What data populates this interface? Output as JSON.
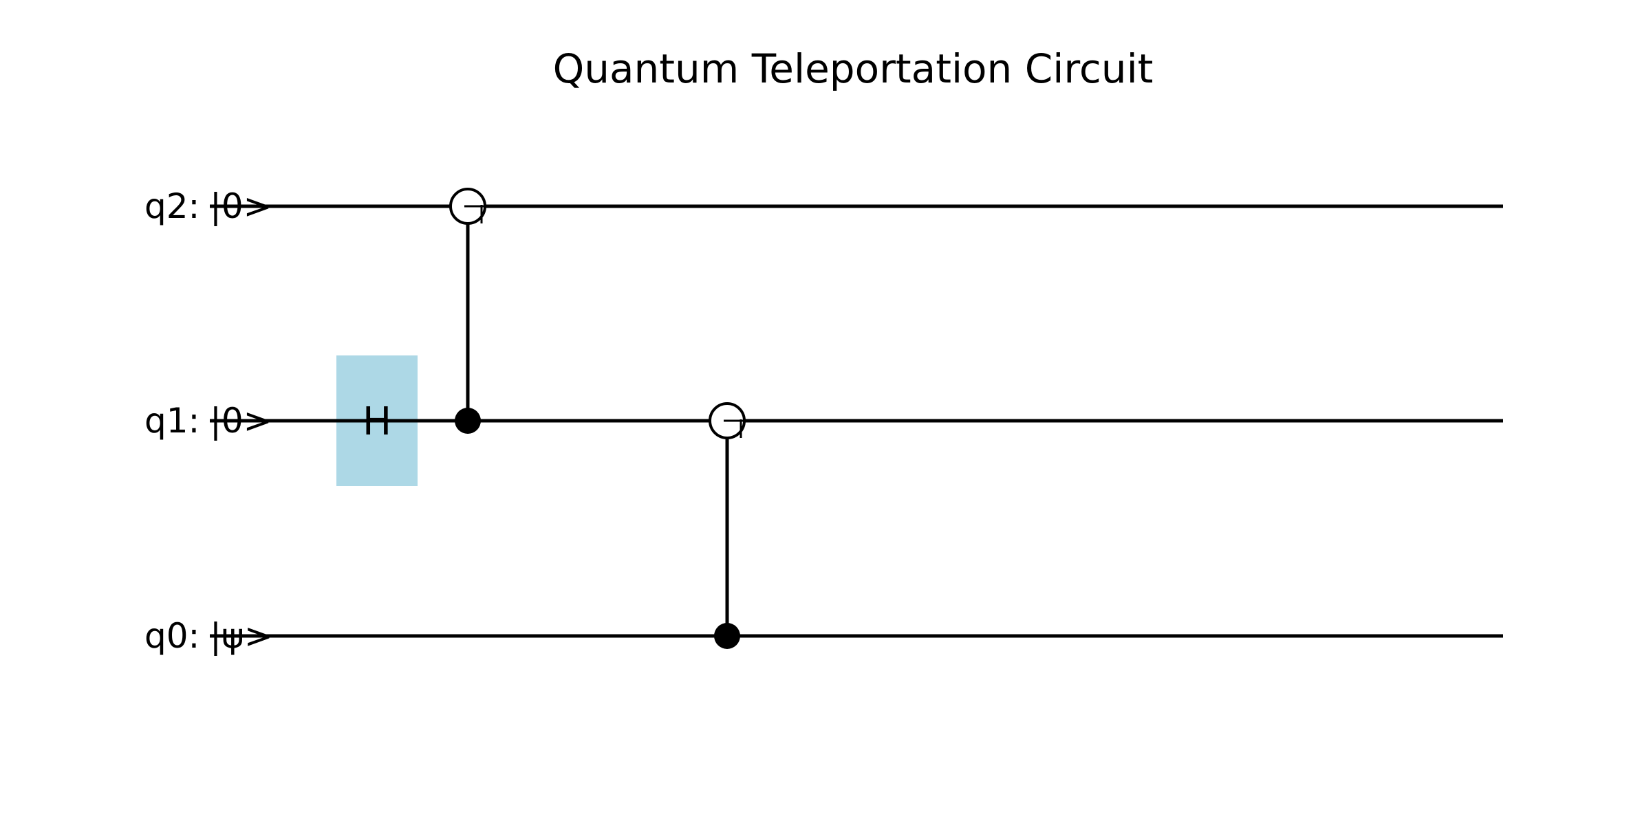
{
  "title": "Quantum Teleportation Circuit",
  "qubits": [
    {
      "id": "q2",
      "label": "q2:",
      "state": "|0>"
    },
    {
      "id": "q1",
      "label": "q1:",
      "state": "|0>"
    },
    {
      "id": "q0",
      "label": "q0:",
      "state": "|ψ>"
    }
  ],
  "gates": [
    {
      "type": "H",
      "label": "H",
      "qubit": "q1",
      "step": 1,
      "color": "#add8e6"
    },
    {
      "type": "CNOT",
      "control": "q1",
      "target": "q2",
      "step": 2
    },
    {
      "type": "CNOT",
      "control": "q0",
      "target": "q1",
      "step": 3
    }
  ],
  "colors": {
    "wire": "#000000",
    "h_gate": "#add8e6",
    "background": "#ffffff"
  }
}
